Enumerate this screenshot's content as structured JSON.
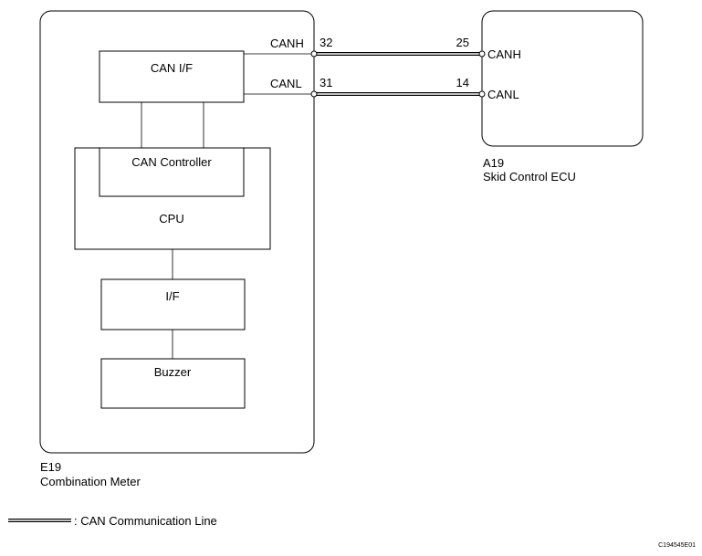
{
  "left_component": {
    "code": "E19",
    "name": "Combination Meter",
    "blocks": {
      "can_if": "CAN I/F",
      "can_controller": "CAN Controller",
      "cpu": "CPU",
      "if": "I/F",
      "buzzer": "Buzzer"
    },
    "pins": {
      "canh_label": "CANH",
      "canh_pin": "32",
      "canl_label": "CANL",
      "canl_pin": "31"
    }
  },
  "right_component": {
    "code": "A19",
    "name": "Skid Control ECU",
    "pins": {
      "canh_label": "CANH",
      "canh_pin": "25",
      "canl_label": "CANL",
      "canl_pin": "14"
    }
  },
  "legend": {
    "text": ": CAN Communication Line"
  },
  "figure_id": "C194545E01"
}
